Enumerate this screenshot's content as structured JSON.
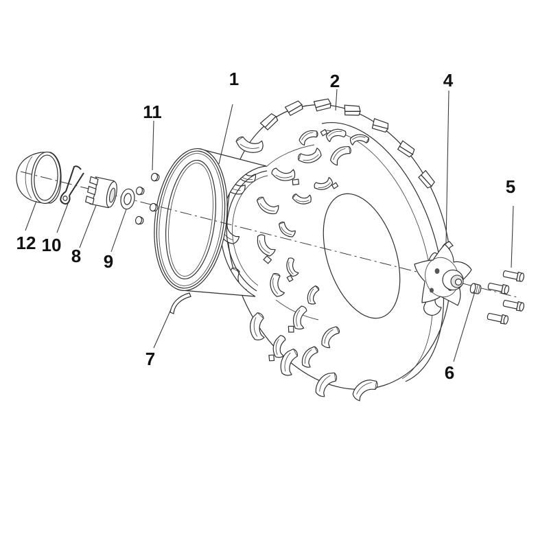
{
  "figure": {
    "type": "exploded-parts-diagram",
    "subject": "wheel-assembly",
    "background_color": "#ffffff",
    "line_color": "#2e2e2e",
    "label_color": "#111111"
  },
  "diagram": {
    "callouts": [
      "1",
      "2",
      "4",
      "5",
      "6",
      "7",
      "8",
      "9",
      "10",
      "11",
      "12"
    ]
  }
}
